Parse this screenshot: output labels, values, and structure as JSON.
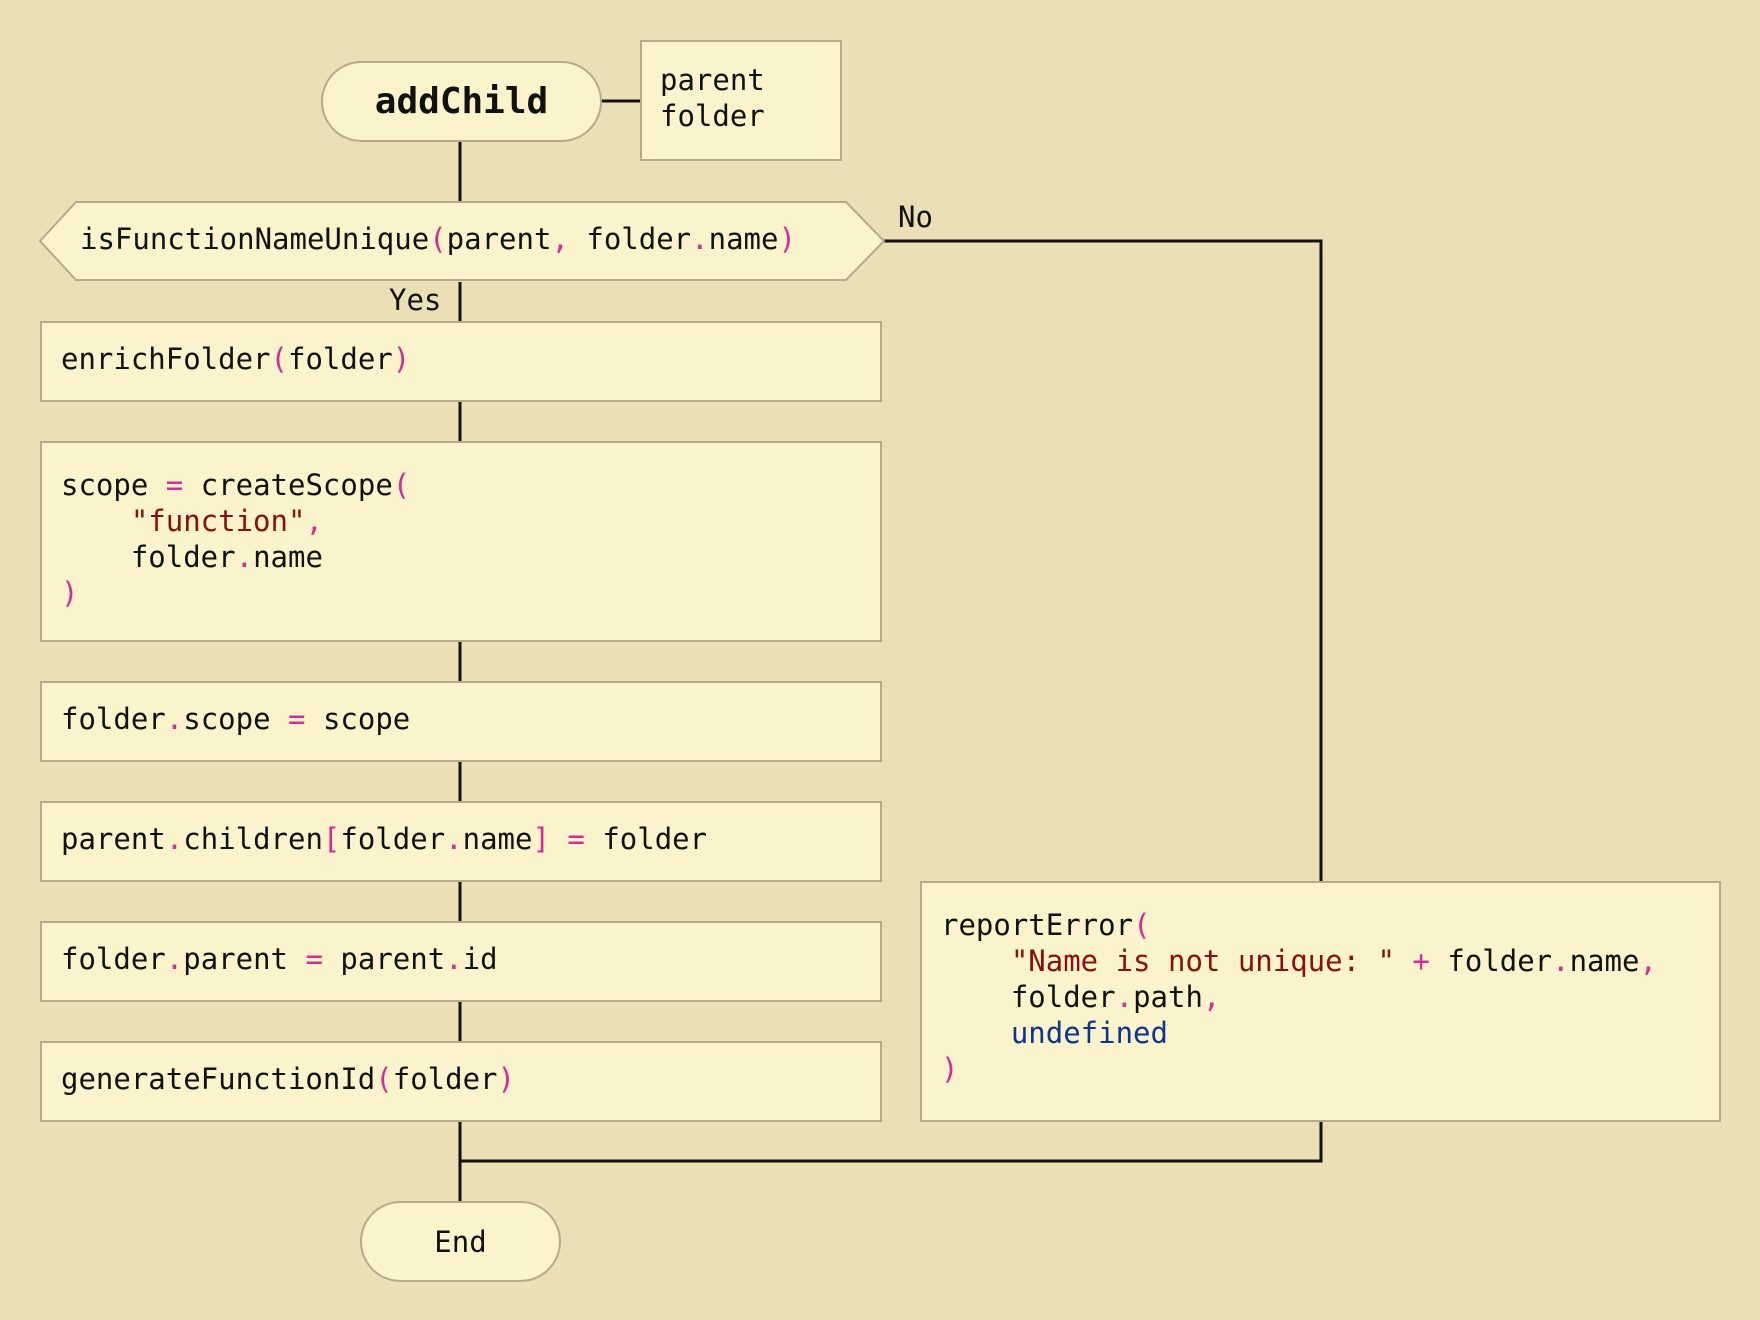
{
  "start": {
    "label": "addChild"
  },
  "params": {
    "line1": "parent",
    "line2": "folder"
  },
  "decision": {
    "fn": "isFunctionNameUnique",
    "open": "(",
    "arg1": "parent",
    "comma": ",",
    "arg2_obj": "folder",
    "dot": ".",
    "arg2_prop": "name",
    "close": ")",
    "yes": "Yes",
    "no": "No"
  },
  "steps": {
    "enrich": {
      "fn": "enrichFolder",
      "arg": "folder"
    },
    "scope": {
      "lhs": "scope",
      "eq": "=",
      "fn": "createScope",
      "arg1": "\"function\"",
      "arg2_obj": "folder",
      "arg2_prop": "name"
    },
    "assign_scope": {
      "obj": "folder",
      "prop": "scope",
      "eq": "=",
      "rhs": "scope"
    },
    "children": {
      "obj": "parent",
      "prop": "children",
      "idx_obj": "folder",
      "idx_prop": "name",
      "eq": "=",
      "rhs": "folder"
    },
    "assign_parent": {
      "obj": "folder",
      "prop": "parent",
      "eq": "=",
      "rhs_obj": "parent",
      "rhs_prop": "id"
    },
    "gen_id": {
      "fn": "generateFunctionId",
      "arg": "folder"
    }
  },
  "error": {
    "fn": "reportError",
    "msg": "\"Name is not unique: \"",
    "plus": "+",
    "arg1_obj": "folder",
    "arg1_prop": "name",
    "arg2_obj": "folder",
    "arg2_prop": "path",
    "arg3": "undefined"
  },
  "end": {
    "label": "End"
  },
  "colors": {
    "background": "#ebdfb5",
    "node_fill": "#fbf3cb",
    "node_border": "#b5ab8c",
    "punctuation": "#d22c98",
    "string": "#8a1010",
    "keyword": "#0c3590",
    "line": "#111111"
  }
}
